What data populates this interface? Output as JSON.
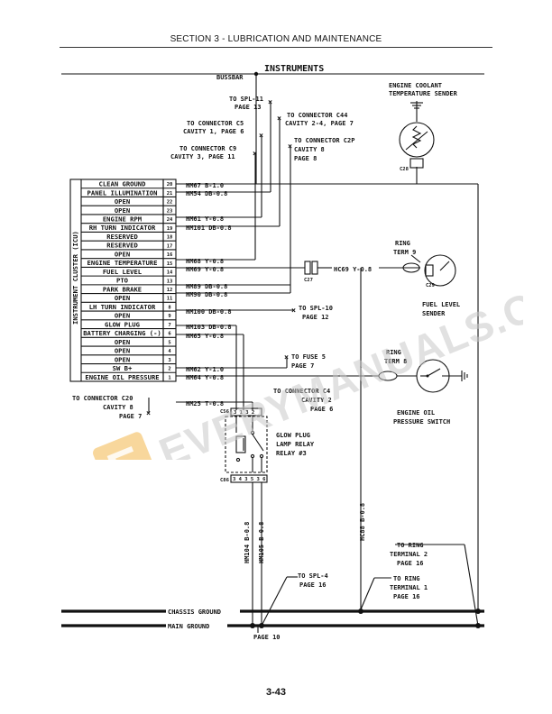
{
  "header": {
    "section": "SECTION 3 - LUBRICATION AND MAINTENANCE"
  },
  "footer": {
    "page_number": "3-43"
  },
  "diagram": {
    "title": "INSTRUMENTS",
    "bussbar": "BUSSBAR",
    "cluster_label": "INSTRUMENT CLUSTER (ICU)",
    "cluster_rows": [
      {
        "label": "CLEAN GROUND",
        "pin": "20"
      },
      {
        "label": "PANEL ILLUMINATION",
        "pin": "21"
      },
      {
        "label": "OPEN",
        "pin": "22"
      },
      {
        "label": "OPEN",
        "pin": "23"
      },
      {
        "label": "ENGINE RPM",
        "pin": "24"
      },
      {
        "label": "RH TURN INDICATOR",
        "pin": "19"
      },
      {
        "label": "RESERVED",
        "pin": "18"
      },
      {
        "label": "RESERVED",
        "pin": "17"
      },
      {
        "label": "OPEN",
        "pin": "16"
      },
      {
        "label": "ENGINE TEMPERATURE",
        "pin": "15"
      },
      {
        "label": "FUEL LEVEL",
        "pin": "14"
      },
      {
        "label": "PTO",
        "pin": "13"
      },
      {
        "label": "PARK BRAKE",
        "pin": "12"
      },
      {
        "label": "OPEN",
        "pin": "11"
      },
      {
        "label": "LH TURN INDICATOR",
        "pin": "8"
      },
      {
        "label": "OPEN",
        "pin": "9"
      },
      {
        "label": "GLOW PLUG",
        "pin": "7"
      },
      {
        "label": "BATTERY CHARGING (-)",
        "pin": "6"
      },
      {
        "label": "OPEN",
        "pin": "5"
      },
      {
        "label": "OPEN",
        "pin": "4"
      },
      {
        "label": "OPEN",
        "pin": "3"
      },
      {
        "label": "SW B+",
        "pin": "2"
      },
      {
        "label": "ENGINE OIL PRESSURE",
        "pin": "1"
      }
    ],
    "wires": {
      "hm67": "HM67 B-1.0",
      "hm54": "HM54 DB-0.8",
      "hm61": "HM61 Y-0.8",
      "hm101": "HM101 DB-0.8",
      "hm68": "HM68 Y-0.8",
      "hm69": "HM69 Y-0.8",
      "hm89": "HM89 DB-0.8",
      "hm90": "HM90 DB-0.8",
      "hm100": "HM100 DB-0.8",
      "hm103": "HM103 DB-0.8",
      "hm65": "HM65 Y-0.8",
      "hm62": "HM62 Y-1.0",
      "hm64": "HM64 Y-0.8",
      "hm25": "HM25 T-0.8",
      "hc69": "HC69 Y-0.8",
      "hc88": "HC88 B-0.8",
      "hm104": "HM104 B-0.8",
      "hm105": "HM105 B-0.8"
    },
    "callouts": {
      "spl11_a": "TO SPL-11",
      "spl11_b": "PAGE 13",
      "c5_a": "TO CONNECTOR C5",
      "c5_b": "CAVITY 1, PAGE 6",
      "c9_a": "TO CONNECTOR C9",
      "c9_b": "CAVITY 3, PAGE 11",
      "c44_a": "TO CONNECTOR C44",
      "c44_b": "CAVITY 2-4, PAGE 7",
      "c2p_a": "TO CONNECTOR C2P",
      "c2p_b": "CAVITY 8",
      "c2p_c": "PAGE 8",
      "spl10_a": "TO SPL-10",
      "spl10_b": "PAGE 12",
      "fuse5_a": "TO FUSE 5",
      "fuse5_b": "PAGE 7",
      "c4_a": "TO CONNECTOR C4",
      "c4_b": "CAVITY 2",
      "c4_c": "PAGE 6",
      "c20_a": "TO CONNECTOR C20",
      "c20_b": "CAVITY 8",
      "c20_c": "PAGE 7",
      "spl4_a": "TO SPL-4",
      "spl4_b": "PAGE 16",
      "rt2_a": "TO RING",
      "rt2_b": "TERMINAL 2",
      "rt2_c": "PAGE 16",
      "rt1_a": "TO RING",
      "rt1_b": "TERMINAL 1",
      "rt1_c": "PAGE 16",
      "page10": "PAGE 10"
    },
    "components": {
      "coolant_a": "ENGINE COOLANT",
      "coolant_b": "TEMPERATURE SENDER",
      "ring9_a": "RING",
      "ring9_b": "TERM 9",
      "fuel_a": "FUEL LEVEL",
      "fuel_b": "SENDER",
      "ring8_a": "RING",
      "ring8_b": "TERM 8",
      "oil_a": "ENGINE OIL",
      "oil_b": "PRESSURE SWITCH",
      "relay_a": "GLOW PLUG",
      "relay_b": "LAMP RELAY",
      "relay_c": "RELAY #3",
      "c28": "C28",
      "c27": "C27",
      "c29": "C29",
      "c56": "C56",
      "c86": "C86",
      "relay_pins_top": "3 1 3 2",
      "relay_pins_bottom": "3 4 3 5 3 6"
    },
    "grounds": {
      "chassis": "CHASSIS GROUND",
      "main": "MAIN GROUND"
    }
  },
  "watermark": {
    "text": "EVERYMANUALS.COM",
    "letter": "E"
  },
  "colors": {
    "ink": "#111111",
    "watermark": "#c9c9c9",
    "watermark_badge": "#f2b64a"
  }
}
